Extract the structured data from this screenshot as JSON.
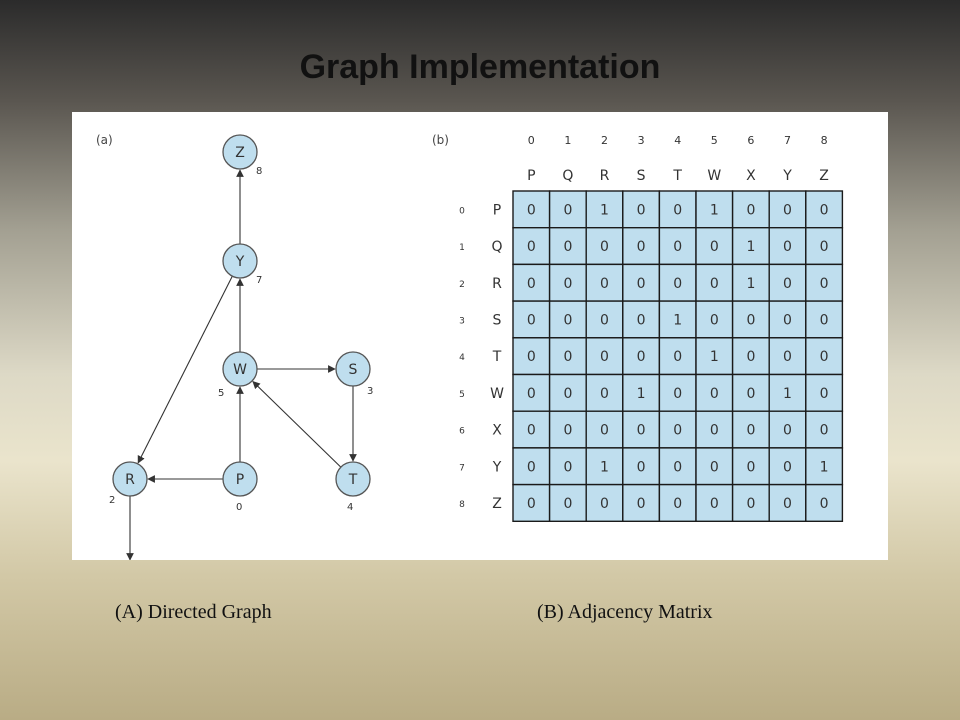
{
  "title": "Graph Implementation",
  "panel_a_label": "(a)",
  "panel_b_label": "(b)",
  "graph": {
    "nodes": [
      {
        "id": "Z",
        "index": "8"
      },
      {
        "id": "Y",
        "index": "7"
      },
      {
        "id": "W",
        "index": "5"
      },
      {
        "id": "S",
        "index": "3"
      },
      {
        "id": "R",
        "index": "2"
      },
      {
        "id": "P",
        "index": "0"
      },
      {
        "id": "T",
        "index": "4"
      }
    ],
    "edges": [
      [
        "Y",
        "Z"
      ],
      [
        "W",
        "Y"
      ],
      [
        "Y",
        "R"
      ],
      [
        "W",
        "S"
      ],
      [
        "S",
        "T"
      ],
      [
        "T",
        "W"
      ],
      [
        "P",
        "W"
      ],
      [
        "P",
        "R"
      ],
      [
        "R",
        "out"
      ]
    ]
  },
  "matrix": {
    "col_indices": [
      "0",
      "1",
      "2",
      "3",
      "4",
      "5",
      "6",
      "7",
      "8"
    ],
    "col_labels": [
      "P",
      "Q",
      "R",
      "S",
      "T",
      "W",
      "X",
      "Y",
      "Z"
    ],
    "row_indices": [
      "0",
      "1",
      "2",
      "3",
      "4",
      "5",
      "6",
      "7",
      "8"
    ],
    "row_labels": [
      "P",
      "Q",
      "R",
      "S",
      "T",
      "W",
      "X",
      "Y",
      "Z"
    ],
    "cells": [
      [
        "0",
        "0",
        "1",
        "0",
        "0",
        "1",
        "0",
        "0",
        "0"
      ],
      [
        "0",
        "0",
        "0",
        "0",
        "0",
        "0",
        "1",
        "0",
        "0"
      ],
      [
        "0",
        "0",
        "0",
        "0",
        "0",
        "0",
        "1",
        "0",
        "0"
      ],
      [
        "0",
        "0",
        "0",
        "0",
        "1",
        "0",
        "0",
        "0",
        "0"
      ],
      [
        "0",
        "0",
        "0",
        "0",
        "0",
        "1",
        "0",
        "0",
        "0"
      ],
      [
        "0",
        "0",
        "0",
        "1",
        "0",
        "0",
        "0",
        "1",
        "0"
      ],
      [
        "0",
        "0",
        "0",
        "0",
        "0",
        "0",
        "0",
        "0",
        "0"
      ],
      [
        "0",
        "0",
        "1",
        "0",
        "0",
        "0",
        "0",
        "0",
        "1"
      ],
      [
        "0",
        "0",
        "0",
        "0",
        "0",
        "0",
        "0",
        "0",
        "0"
      ]
    ]
  },
  "captions": {
    "a": "(A) Directed Graph",
    "b": "(B) Adjacency Matrix"
  },
  "colors": {
    "node_fill": "#bfdeee",
    "cell_fill": "#bfdeee"
  }
}
